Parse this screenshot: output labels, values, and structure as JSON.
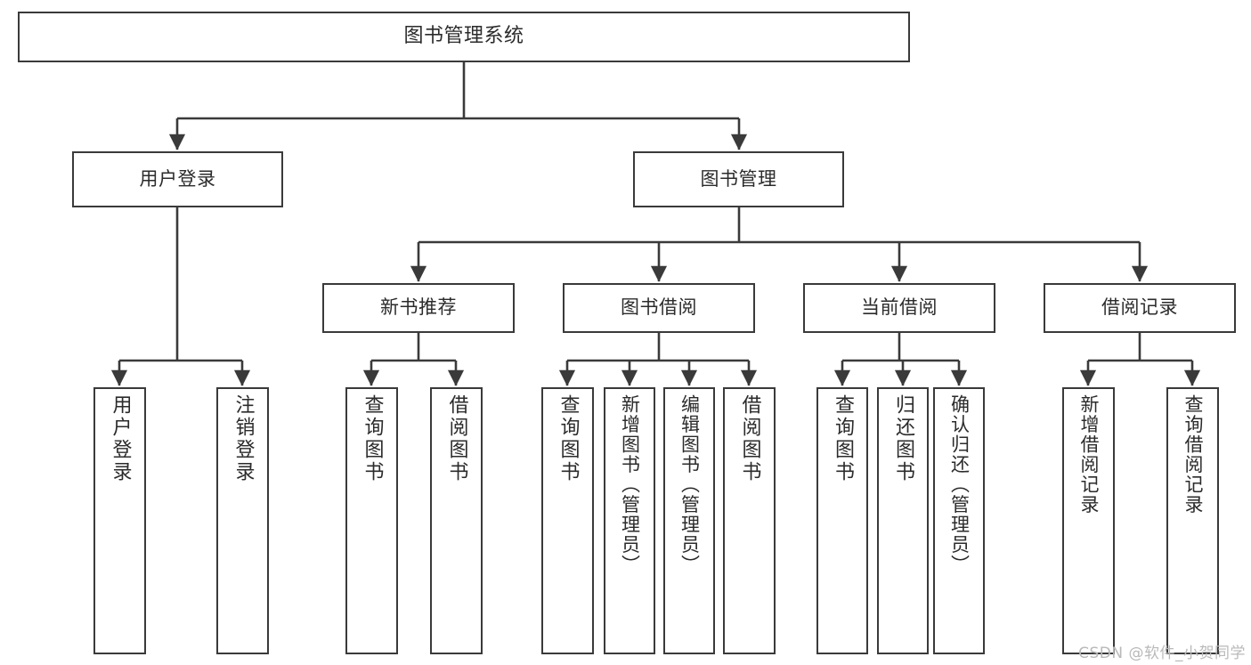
{
  "diagram": {
    "title": "图书管理系统",
    "type": "tree",
    "watermark": "CSDN @软件_小贺同学",
    "colors": {
      "box_border": "#3a3a3a",
      "box_fill": "#ffffff",
      "connector": "#3a3a3a",
      "text": "#2b2b2b",
      "watermark": "#b9b9b9",
      "background": "#ffffff"
    },
    "nodes": {
      "root": {
        "label": "图书管理系统",
        "level": 1
      },
      "level2": [
        {
          "id": "user-login",
          "label": "用户登录",
          "level": 2
        },
        {
          "id": "book-manage",
          "label": "图书管理",
          "level": 2
        }
      ],
      "level3": [
        {
          "id": "new-book-recommend",
          "label": "新书推荐",
          "level": 3
        },
        {
          "id": "book-borrow",
          "label": "图书借阅",
          "level": 3
        },
        {
          "id": "current-borrow",
          "label": "当前借阅",
          "level": 3
        },
        {
          "id": "borrow-record",
          "label": "借阅记录",
          "level": 3
        }
      ],
      "leaves": {
        "user-login": [
          {
            "id": "leaf-user-login",
            "label": "用户登录"
          },
          {
            "id": "leaf-logout-login",
            "label": "注销登录"
          }
        ],
        "new-book-recommend": [
          {
            "id": "leaf-query-book-1",
            "label": "查询图书"
          },
          {
            "id": "leaf-borrow-book-1",
            "label": "借阅图书"
          }
        ],
        "book-borrow": [
          {
            "id": "leaf-query-book-2",
            "label": "查询图书"
          },
          {
            "id": "leaf-add-book",
            "label": "新增图书（管理员）"
          },
          {
            "id": "leaf-edit-book",
            "label": "编辑图书（管理员）"
          },
          {
            "id": "leaf-borrow-book-2",
            "label": "借阅图书"
          }
        ],
        "current-borrow": [
          {
            "id": "leaf-query-book-3",
            "label": "查询图书"
          },
          {
            "id": "leaf-return-book",
            "label": "归还图书"
          },
          {
            "id": "leaf-confirm-return",
            "label": "确认归还（管理员）"
          }
        ],
        "borrow-record": [
          {
            "id": "leaf-add-record",
            "label": "新增借阅记录"
          },
          {
            "id": "leaf-query-record",
            "label": "查询借阅记录"
          }
        ]
      }
    }
  }
}
